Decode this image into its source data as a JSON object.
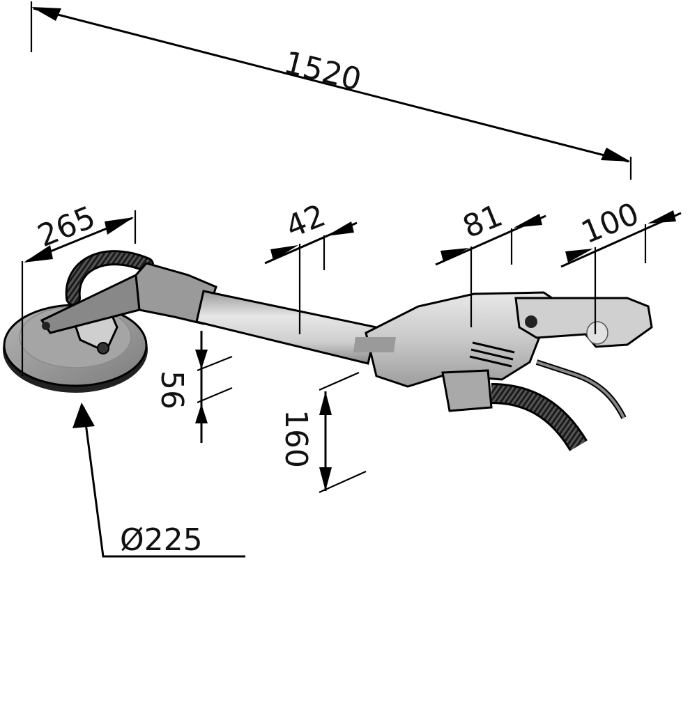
{
  "drawing": {
    "subject": "Long-reach drywall sander with extension pole",
    "units": "mm",
    "colors": {
      "background": "#ffffff",
      "line": "#000000",
      "tool_light": "#d9d9d9",
      "tool_mid": "#b3b3b3",
      "tool_dark": "#8c8c8c"
    },
    "dimensions": {
      "overall_length": "1520",
      "head_width": "265",
      "tube_diameter": "42",
      "motor_width": "81",
      "handle_width": "100",
      "head_height": "56",
      "motor_height": "160",
      "disc_diameter": "Ø225"
    }
  }
}
